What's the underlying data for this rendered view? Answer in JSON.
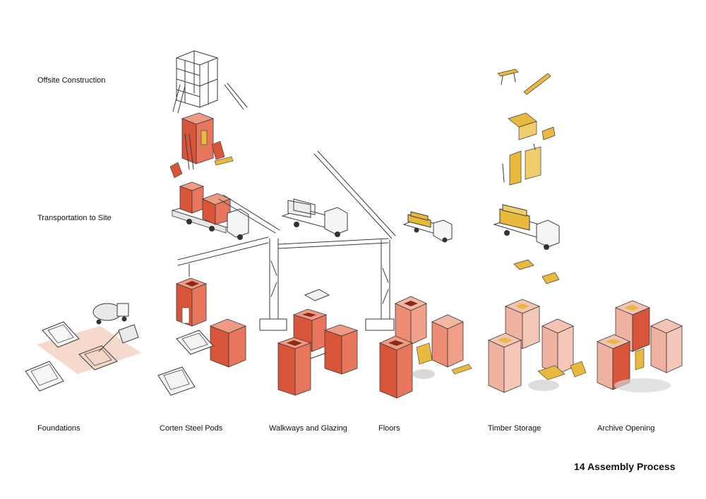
{
  "rows": {
    "offsite": "Offsite Construction",
    "transport": "Transportation to Site"
  },
  "stages": [
    "Foundations",
    "Corten Steel Pods",
    "Walkways and Glazing",
    "Floors",
    "Timber Storage",
    "Archive Opening"
  ],
  "title": "14 Assembly Process",
  "colors": {
    "corten": "#d9553a",
    "corten_light": "#ef9a82",
    "timber": "#e8b93c",
    "ink": "#3a3a3a",
    "wash": "#f2c9b6"
  }
}
